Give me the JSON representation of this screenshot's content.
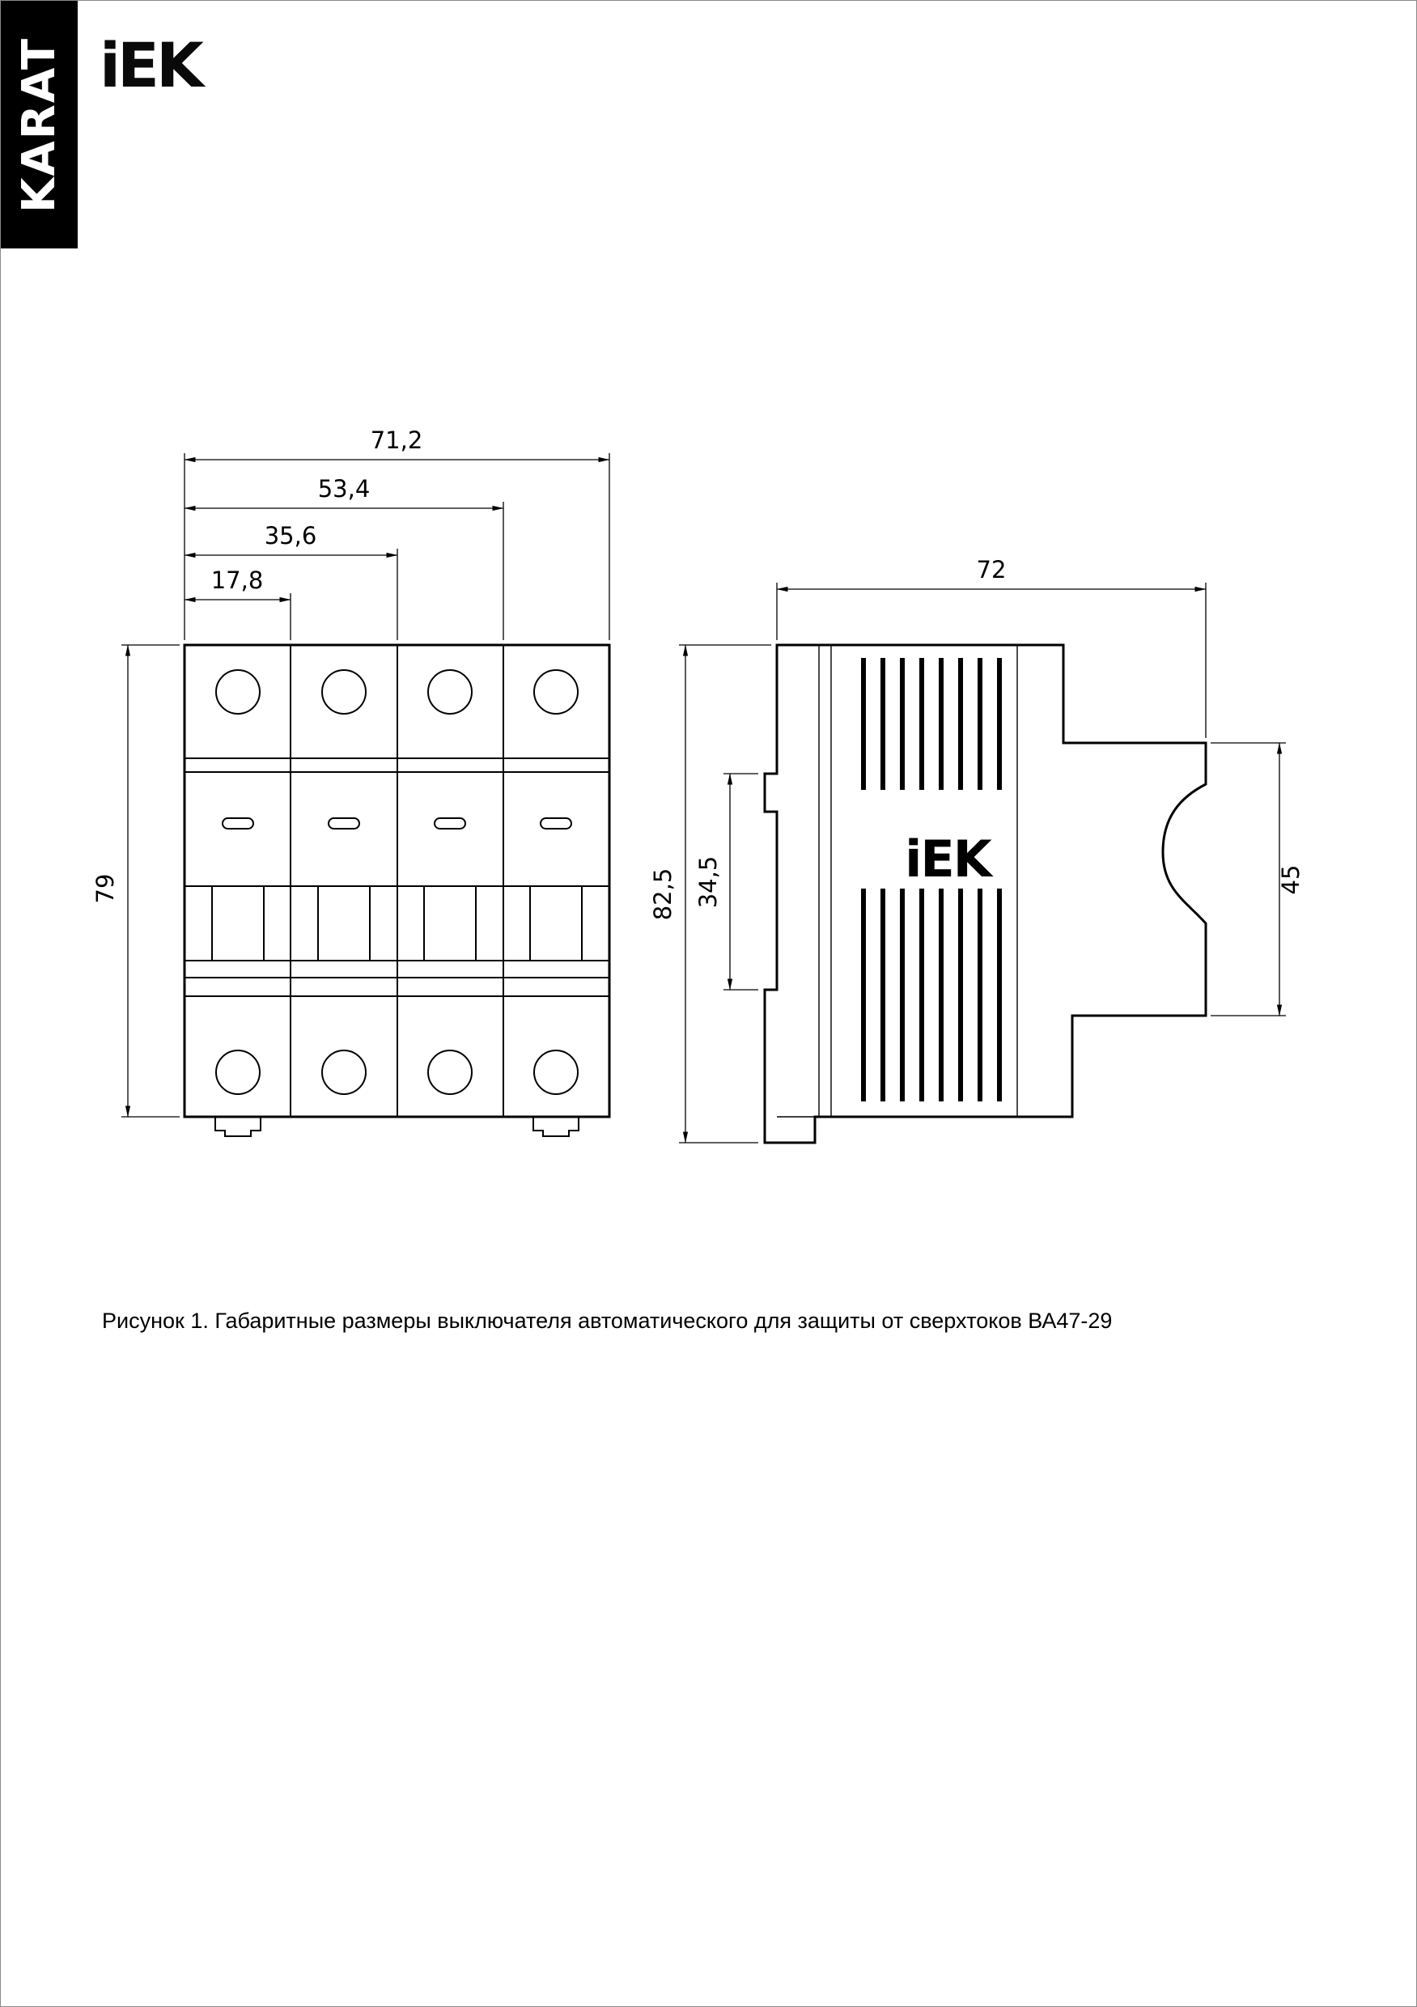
{
  "brand": {
    "vertical_banner": "KARAT",
    "logo": "iEK",
    "banner_bg": "#000000",
    "banner_text_color": "#ffffff"
  },
  "figure": {
    "caption": "Рисунок 1. Габаритные размеры выключателя автоматического для защиты от сверхтоков ВА47-29"
  },
  "front_view": {
    "dims": {
      "total_width": "71,2",
      "width_3_modules": "53,4",
      "width_2_modules": "35,6",
      "width_1_module": "17,8",
      "height": "79"
    }
  },
  "side_view": {
    "embossed_logo": "iEK",
    "dims": {
      "depth": "72",
      "total_height": "82,5",
      "din_slot_height": "34,5",
      "front_height": "45"
    }
  }
}
